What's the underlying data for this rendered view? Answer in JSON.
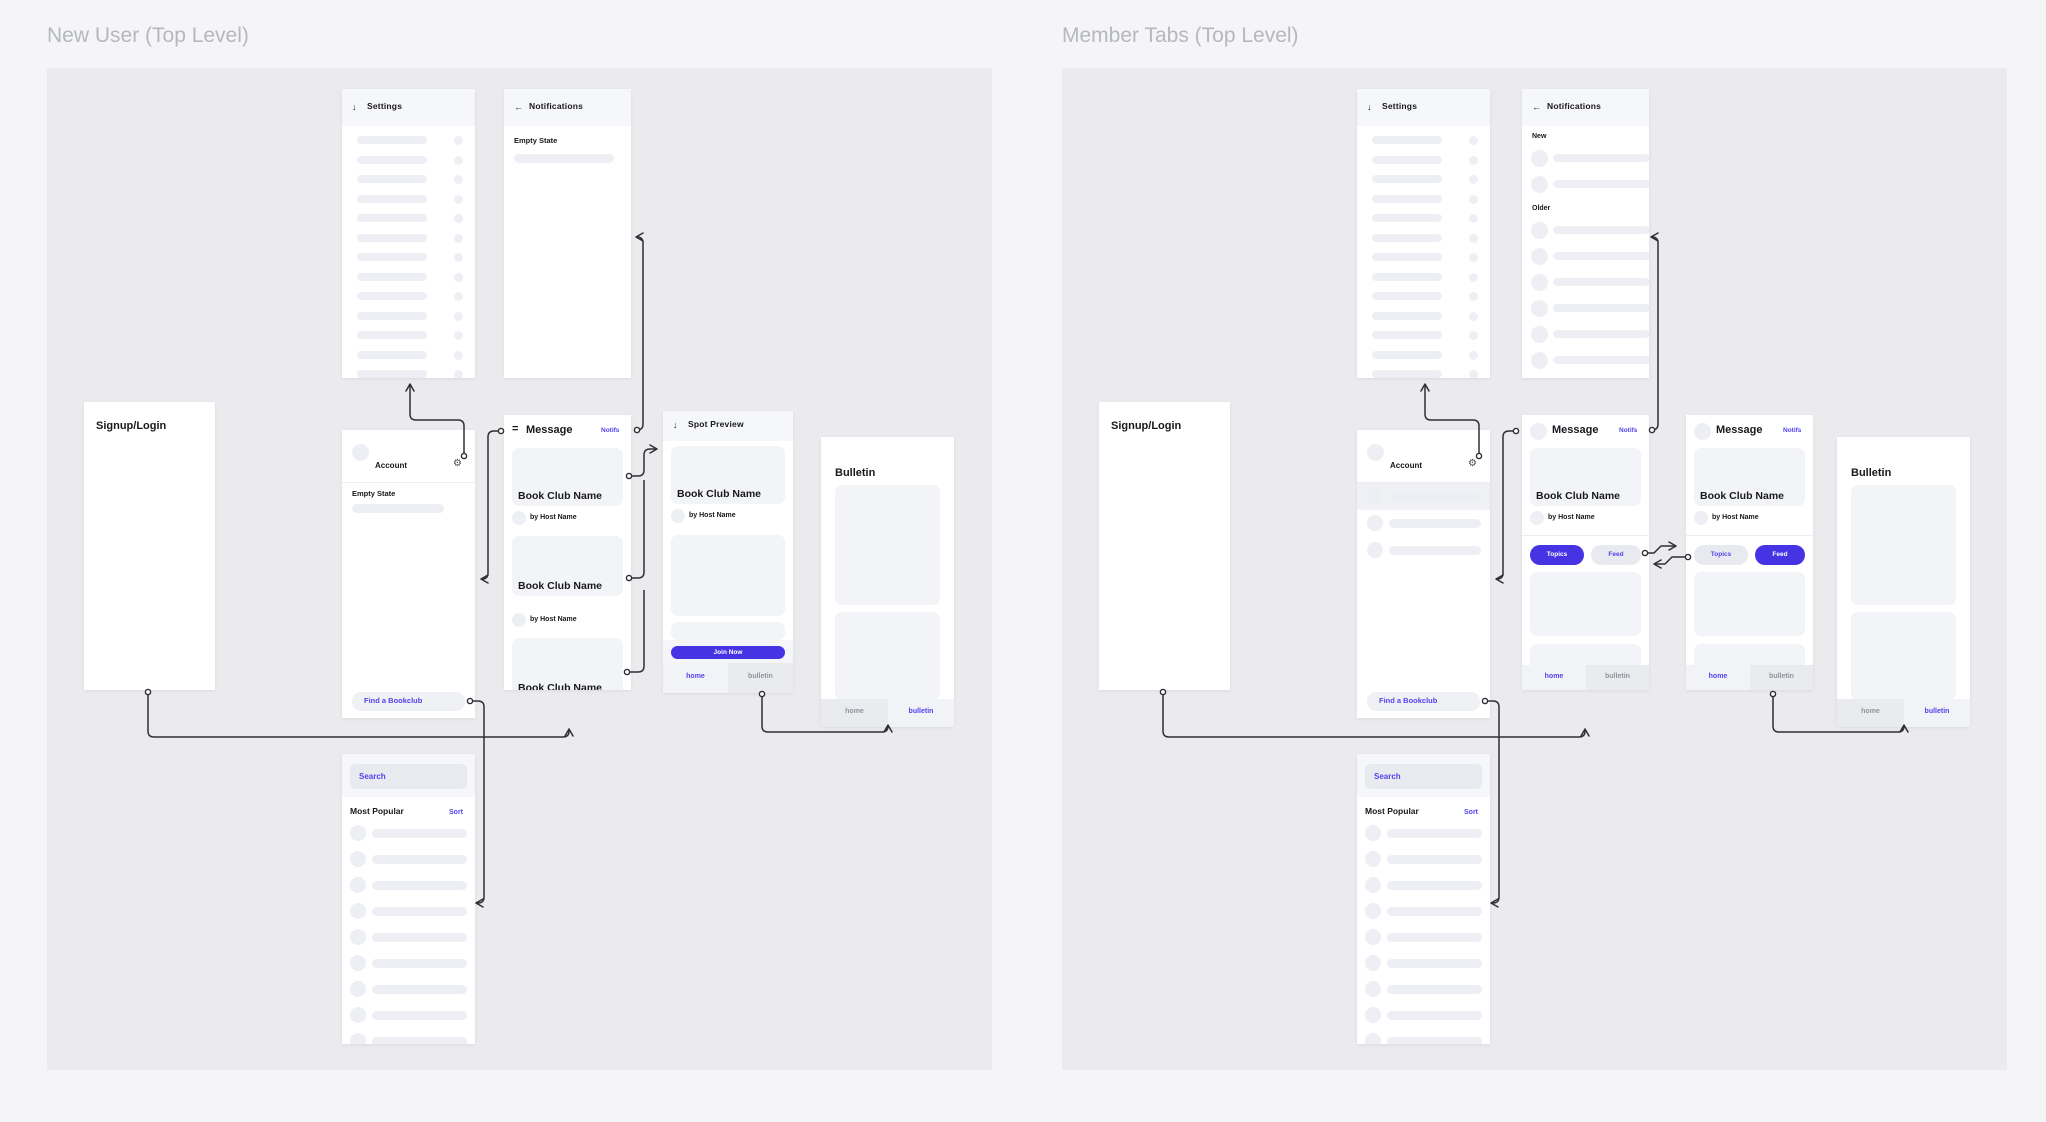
{
  "canvas": {
    "page_bg": "#f5f5f7",
    "section_bg": "#ebebee",
    "frame_bg": "#ffffff",
    "header_band": "#f6f7fa",
    "placeholder": "#edeff4",
    "card": "#f3f4f8",
    "cell_light": "#f2f3f7",
    "cell_dark": "#eaebef",
    "input_bg": "#e9eaef",
    "accent": "#4533e4",
    "accent_text": "#5243ee",
    "text_dark": "#18181d",
    "text_muted": "#92929b",
    "title_muted": "#b5b8be",
    "connector": "#303034"
  },
  "sections": [
    {
      "title": "New User (Top Level)",
      "frames": [
        {
          "id": "settings",
          "type": "settings",
          "header": {
            "icon": "↓",
            "title": "Settings"
          },
          "placeholder_rows": 13
        },
        {
          "id": "notifications",
          "type": "notifications",
          "header": {
            "icon": "←",
            "title": "Notifications"
          },
          "empty_state": "Empty State",
          "groups": []
        },
        {
          "id": "signup-login",
          "type": "blank",
          "title": "Signup/Login"
        },
        {
          "id": "account",
          "type": "account",
          "title": "Account",
          "gear_icon": "⚙",
          "empty_state": "Empty State",
          "placeholder_rows": 0,
          "cta": "Find a  Bookclub"
        },
        {
          "id": "message",
          "type": "message-list",
          "title": "Message",
          "menu_icon": "=",
          "link": "Notifs",
          "cards": [
            {
              "title": "Book Club Name",
              "host": "by Host Name"
            },
            {
              "title": "Book Club Name",
              "host": "by Host Name"
            },
            {
              "title": "Book Club Name",
              "host": ""
            }
          ]
        },
        {
          "id": "spot-preview",
          "type": "spot-preview",
          "header": {
            "icon": "↓",
            "title": "Spot Preview"
          },
          "card": {
            "title": "Book Club Name",
            "host": "by Host Name"
          },
          "button": "Join Now",
          "nav": {
            "items": [
              {
                "label": "home",
                "active": true
              },
              {
                "label": "bulletin",
                "active": false
              }
            ]
          }
        },
        {
          "id": "bulletin",
          "type": "bulletin",
          "title": "Bulletin",
          "nav": {
            "items": [
              {
                "label": "home",
                "active": false
              },
              {
                "label": "bulletin",
                "active": true
              }
            ]
          }
        },
        {
          "id": "search",
          "type": "search",
          "search_placeholder": "Search",
          "list_header": "Most Popular",
          "sort_label": "Sort",
          "placeholder_rows": 9
        }
      ],
      "edges": [
        {
          "from": "account.gear",
          "to": "settings"
        },
        {
          "from": "message.menu",
          "to": "account"
        },
        {
          "from": "message.notifs-link",
          "to": "notifications"
        },
        {
          "from": "message.book-club-card-1",
          "to": "spot-preview"
        },
        {
          "from": "message.book-club-card-2",
          "to": "spot-preview"
        },
        {
          "from": "message.book-club-card-3",
          "to": "spot-preview"
        },
        {
          "from": "signup-login",
          "to": "message"
        },
        {
          "from": "account.find-a-bookclub",
          "to": "search"
        },
        {
          "from": "spot-preview.bulletin-tab",
          "to": "bulletin"
        }
      ]
    },
    {
      "title": "Member Tabs (Top Level)",
      "frames": [
        {
          "id": "settings",
          "type": "settings",
          "header": {
            "icon": "↓",
            "title": "Settings"
          },
          "placeholder_rows": 13
        },
        {
          "id": "notifications",
          "type": "notifications",
          "header": {
            "icon": "←",
            "title": "Notifications"
          },
          "empty_state": "",
          "groups": [
            {
              "label": "New",
              "rows": 2
            },
            {
              "label": "Older",
              "rows": 7
            }
          ]
        },
        {
          "id": "signup-login",
          "type": "blank",
          "title": "Signup/Login"
        },
        {
          "id": "account",
          "type": "account",
          "title": "Account",
          "gear_icon": "⚙",
          "empty_state": "",
          "placeholder_rows": 3,
          "cta": "Find a  Bookclub"
        },
        {
          "id": "message-topics",
          "type": "message-tabs",
          "title": "Message",
          "link": "Notifs",
          "card": {
            "title": "Book Club Name",
            "host": "by Host Name"
          },
          "tabs": [
            {
              "label": "Topics",
              "active": true
            },
            {
              "label": "Feed",
              "active": false
            }
          ],
          "nav": {
            "items": [
              {
                "label": "home",
                "active": true
              },
              {
                "label": "bulletin",
                "active": false
              }
            ]
          }
        },
        {
          "id": "message-feed",
          "type": "message-tabs",
          "title": "Message",
          "link": "Notifs",
          "card": {
            "title": "Book Club Name",
            "host": "by Host Name"
          },
          "tabs": [
            {
              "label": "Topics",
              "active": false
            },
            {
              "label": "Feed",
              "active": true
            }
          ],
          "nav": {
            "items": [
              {
                "label": "home",
                "active": true
              },
              {
                "label": "bulletin",
                "active": false
              }
            ]
          }
        },
        {
          "id": "bulletin",
          "type": "bulletin",
          "title": "Bulletin",
          "nav": {
            "items": [
              {
                "label": "home",
                "active": false
              },
              {
                "label": "bulletin",
                "active": true
              }
            ]
          }
        },
        {
          "id": "search",
          "type": "search",
          "search_placeholder": "Search",
          "list_header": "Most Popular",
          "sort_label": "Sort",
          "placeholder_rows": 9
        }
      ],
      "edges": [
        {
          "from": "account.gear",
          "to": "settings"
        },
        {
          "from": "message-topics.header",
          "to": "account"
        },
        {
          "from": "message-topics.notifs-link",
          "to": "notifications"
        },
        {
          "from": "message-topics.feed-tab",
          "to": "message-feed"
        },
        {
          "from": "message-feed.topics-tab",
          "to": "message-topics"
        },
        {
          "from": "signup-login",
          "to": "message-topics"
        },
        {
          "from": "account.find-a-bookclub",
          "to": "search"
        },
        {
          "from": "message-feed.bulletin-tab",
          "to": "bulletin"
        }
      ]
    }
  ]
}
